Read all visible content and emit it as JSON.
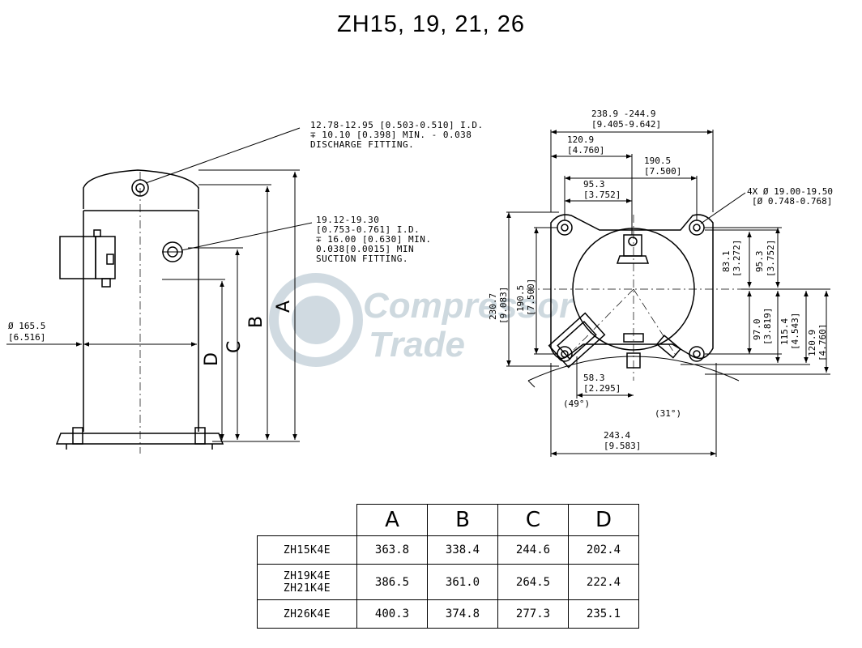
{
  "title": "ZH15, 19, 21, 26",
  "watermark": {
    "line1": "Compressor",
    "line2": "Trade"
  },
  "side_view": {
    "discharge_note": [
      "12.78-12.95 [0.503-0.510] I.D.",
      "∓ 10.10 [0.398] MIN. - 0.038",
      "DISCHARGE FITTING."
    ],
    "suction_note": [
      "19.12-19.30",
      "[0.753-0.761] I.D.",
      "∓ 16.00 [0.630] MIN.",
      "0.038[0.0015] MIN",
      "SUCTION FITTING."
    ],
    "diameter_label": [
      "Ø 165.5",
      "[6.516]"
    ],
    "letters": {
      "a": "A",
      "b": "B",
      "c": "C",
      "d": "D"
    }
  },
  "top_view": {
    "overall_width": [
      "238.9 -244.9",
      "[9.405-9.642]"
    ],
    "width_120_9": [
      "120.9",
      "[4.760]"
    ],
    "width_190_5": [
      "190.5",
      "[7.500]"
    ],
    "width_95_3": [
      "95.3",
      "[3.752]"
    ],
    "mount_holes": [
      "4X Ø 19.00-19.50",
      "[Ø 0.748-0.768]"
    ],
    "height_230_7": [
      "230.7",
      "[9.083]"
    ],
    "height_190_5": [
      "190.5",
      "[7.500]"
    ],
    "right_83_1": [
      "83.1",
      "[3.272]"
    ],
    "right_95_3": [
      "95.3",
      "[3.752]"
    ],
    "right_97_0": [
      "97.0",
      "[3.819]"
    ],
    "right_115_4": [
      "115.4",
      "[4.543]"
    ],
    "right_120_9": [
      "120.9",
      "[4.760]"
    ],
    "dim_58_3": [
      "58.3",
      "[2.295]"
    ],
    "angle_left": "(49°)",
    "angle_right": "(31°)",
    "dim_243_4": [
      "243.4",
      "[9.583]"
    ]
  },
  "table": {
    "headers": [
      "A",
      "B",
      "C",
      "D"
    ],
    "rows": [
      {
        "model": [
          "ZH15K4E"
        ],
        "values": [
          "363.8",
          "338.4",
          "244.6",
          "202.4"
        ]
      },
      {
        "model": [
          "ZH19K4E",
          "ZH21K4E"
        ],
        "values": [
          "386.5",
          "361.0",
          "264.5",
          "222.4"
        ]
      },
      {
        "model": [
          "ZH26K4E"
        ],
        "values": [
          "400.3",
          "374.8",
          "277.3",
          "235.1"
        ]
      }
    ]
  }
}
